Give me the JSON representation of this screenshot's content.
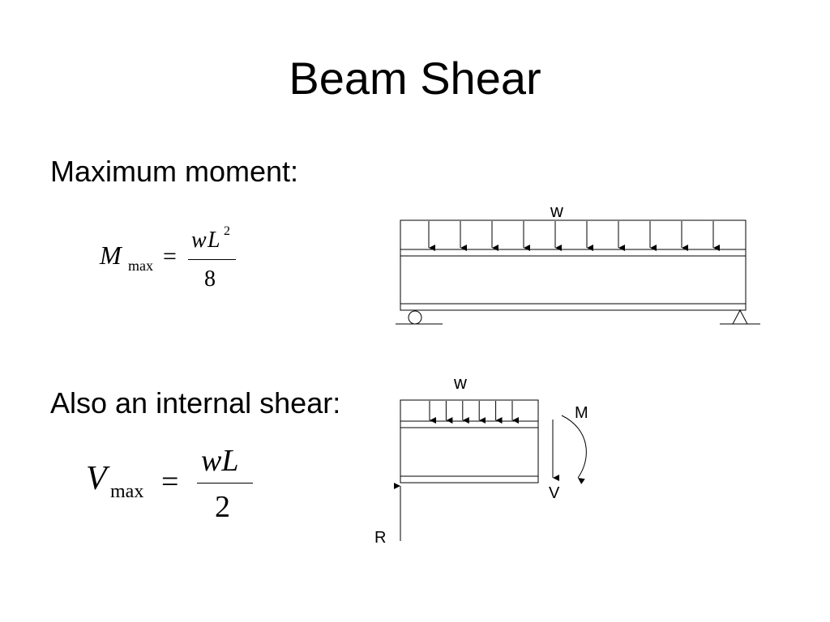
{
  "slide": {
    "title": "Beam Shear",
    "heading_moment": "Maximum moment:",
    "heading_shear": "Also an internal shear:"
  },
  "equations": {
    "moment": {
      "lhs_symbol": "M",
      "lhs_subscript": "max",
      "equals": "=",
      "numerator_w": "w",
      "numerator_L": "L",
      "numerator_exponent": "2",
      "denominator": "8"
    },
    "shear": {
      "lhs_symbol": "V",
      "lhs_subscript": "max",
      "equals": "=",
      "numerator": "wL",
      "denominator": "2"
    }
  },
  "diagram_full_beam": {
    "load_label": "w",
    "arrow_count": 10,
    "supports": [
      "roller",
      "pin"
    ]
  },
  "diagram_section": {
    "load_label": "w",
    "arrow_count": 6,
    "moment_label": "M",
    "shear_label": "V",
    "reaction_label": "R"
  }
}
